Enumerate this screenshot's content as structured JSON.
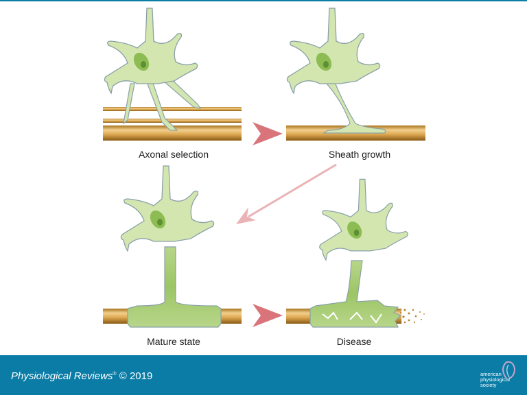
{
  "panels": [
    {
      "label": "Axonal selection"
    },
    {
      "label": "Sheath growth"
    },
    {
      "label": "Mature state"
    },
    {
      "label": "Disease"
    }
  ],
  "footer": {
    "journal": "Physiological Reviews",
    "registered": "®",
    "copyright": "© 2019",
    "logo_lines": [
      "american",
      "physiological",
      "society"
    ]
  },
  "colors": {
    "footer": "#0a7ca6",
    "cell_fill": "#d3e6b0",
    "cell_stroke": "#8aa0a8",
    "nucleus": "#7fb248",
    "axon": "#d9a550",
    "arrow": "#d9747a"
  }
}
